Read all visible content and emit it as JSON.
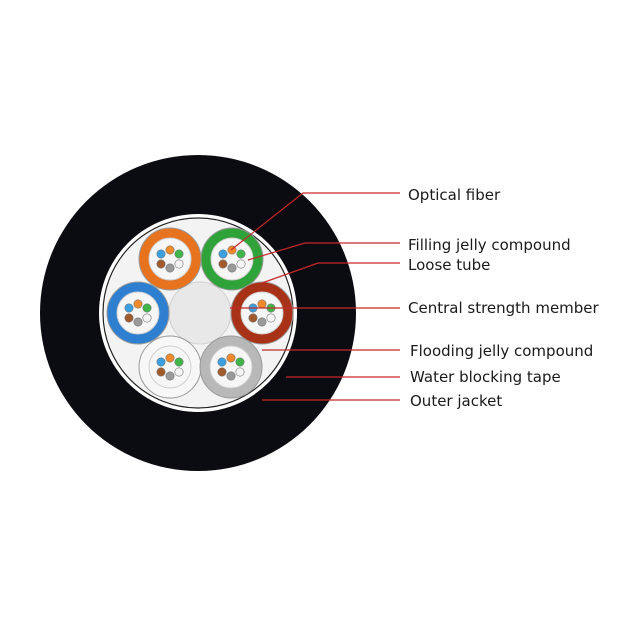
{
  "labels": {
    "optical_fiber": "Optical fiber",
    "filling_jelly_compound": "Filling jelly compound",
    "loose_tube": "Loose tube",
    "central_strength_member": "Central strength member",
    "flooding_jelly_compound": "Flooding jelly compound",
    "water_blocking_tape": "Water blocking tape",
    "outer_jacket": "Outer jacket"
  },
  "colors": {
    "outer_jacket": "#0b0b12",
    "water_blocking_tape": "#ffffff",
    "flooding_jelly": "#f2f2f2",
    "leader_line": "#c62828",
    "central_member": "#e8e8e8",
    "tube_orange": "#e8731f",
    "tube_green": "#2fa33a",
    "tube_blue": "#2f7fd0",
    "tube_red": "#a83218",
    "tube_white": "#f7f7f7",
    "tube_gray": "#b8b8b8",
    "fiber_colors": [
      "#3aa0e0",
      "#f08a2a",
      "#40b54a",
      "#a05a2c",
      "#9a9a9a",
      "#f4f4f4"
    ]
  }
}
